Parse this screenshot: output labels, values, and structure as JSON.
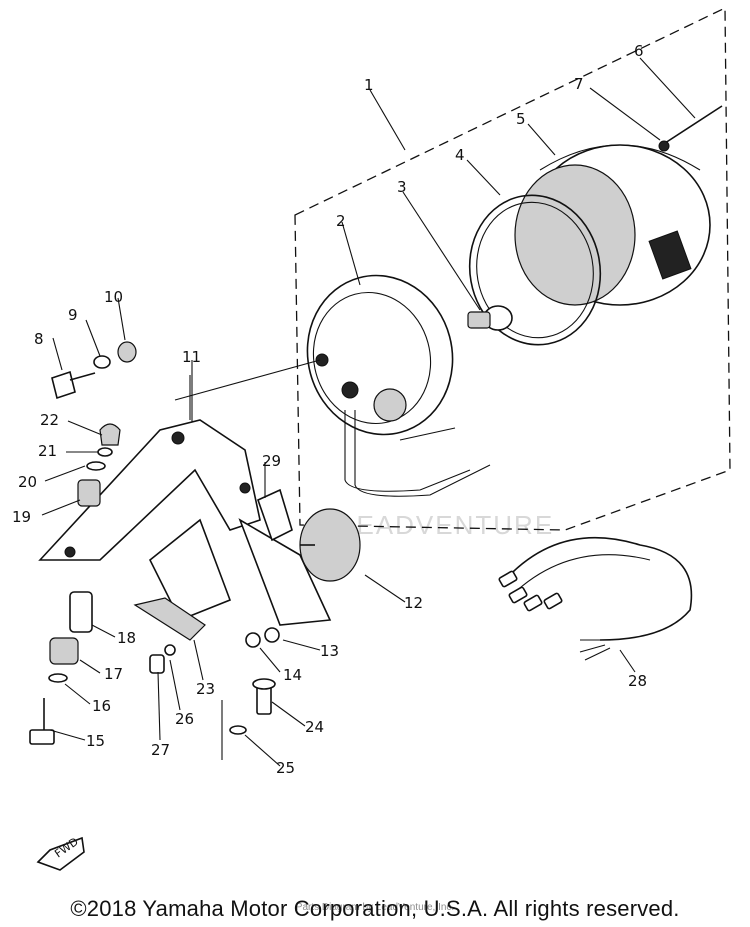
{
  "diagram": {
    "part_numbers": [
      "1",
      "2",
      "3",
      "4",
      "5",
      "6",
      "7",
      "8",
      "9",
      "10",
      "11",
      "12",
      "13",
      "14",
      "15",
      "16",
      "17",
      "18",
      "19",
      "20",
      "21",
      "22",
      "23",
      "24",
      "25",
      "26",
      "27",
      "28",
      "29"
    ],
    "fwd_label": "FWD"
  },
  "footer": {
    "copyright": "©2018 Yamaha Motor Corporation, U.S.A. All rights reserved.",
    "watermark_subtext": "Parts Diagram by LeadVenture, Inc.",
    "watermark_text": "LEADVENTURE"
  },
  "colors": {
    "ink": "#111111",
    "background": "#ffffff"
  }
}
